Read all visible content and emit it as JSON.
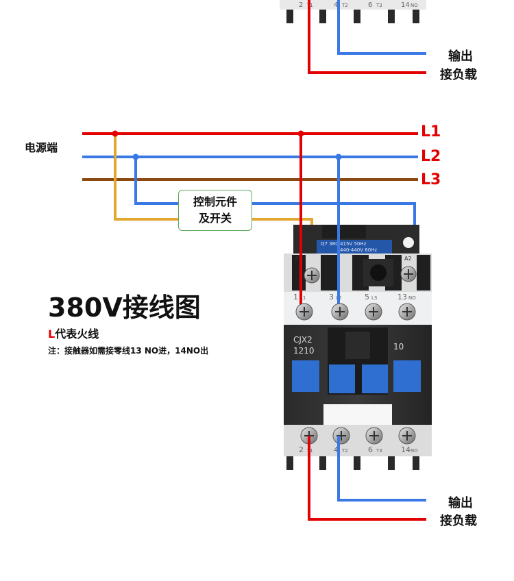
{
  "top_partial": {
    "terminal_labels": [
      "2",
      "T1",
      "4",
      "T2",
      "6",
      "T3",
      "14",
      "NO"
    ],
    "output_label_1": "输出",
    "output_label_2": "接负载"
  },
  "power": {
    "label": "电源端",
    "lines": [
      {
        "name": "L1",
        "color": "#e30000"
      },
      {
        "name": "L2",
        "color": "#3a78e6"
      },
      {
        "name": "L3",
        "color": "#8b4a12"
      }
    ]
  },
  "control": {
    "line1": "控制元件",
    "line2": "及开关"
  },
  "contactor": {
    "nameplate_1": "CJX2",
    "nameplate_2": "1210",
    "contact_code": "10",
    "rating_1": "Q7  380-415V 50Hz",
    "rating_2": "440-440V 60Hz",
    "top_terminals": [
      "1",
      "L1",
      "3",
      "L2",
      "5",
      "L3",
      "13",
      "NO"
    ],
    "bottom_terminals": [
      "2",
      "T1",
      "4",
      "T2",
      "6",
      "T3",
      "14",
      "NO"
    ],
    "coil_a1": "A1",
    "coil_a2": "A2"
  },
  "title": "380V接线图",
  "legend": {
    "red_part": "L",
    "rest": "代表火线"
  },
  "note": "注：接触器如需接零线13 NO进，14NO出",
  "output": {
    "line1": "输出",
    "line2": "接负载"
  },
  "colors": {
    "red": "#e30000",
    "blue": "#3a78e6",
    "brown": "#8b4a12",
    "yellow": "#e3a72f"
  }
}
